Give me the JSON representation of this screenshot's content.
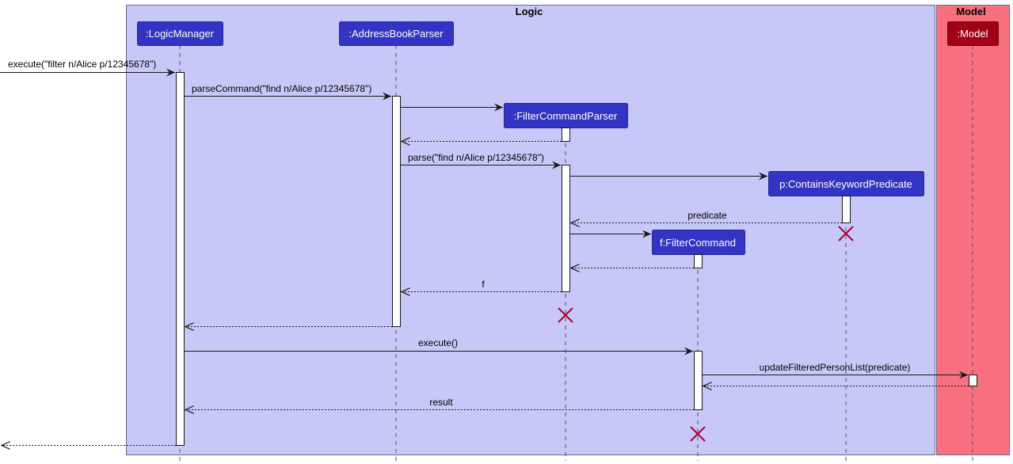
{
  "groups": {
    "logic": {
      "title": "Logic",
      "color": "#C8C8F8"
    },
    "model": {
      "title": "Model",
      "color": "#F87080"
    }
  },
  "participants": {
    "logic_manager": ":LogicManager",
    "address_book_parser": ":AddressBookParser",
    "filter_command_parser": ":FilterCommandParser",
    "predicate": "p:ContainsKeywordPredicate",
    "filter_command": "f:FilterCommand",
    "model": ":Model"
  },
  "messages": {
    "execute_in": "execute(\"filter n/Alice p/12345678\")",
    "parse_command": "parseCommand(\"find n/Alice p/12345678\")",
    "parse": "parse(\"find n/Alice p/12345678\")",
    "predicate_return": "predicate",
    "f_return": "f",
    "execute": "execute()",
    "update_list": "updateFilteredPersonList(predicate)",
    "result_return": "result"
  },
  "colors": {
    "participant": "#3333C4",
    "model_participant": "#A00018",
    "destroy": "#A80036"
  }
}
